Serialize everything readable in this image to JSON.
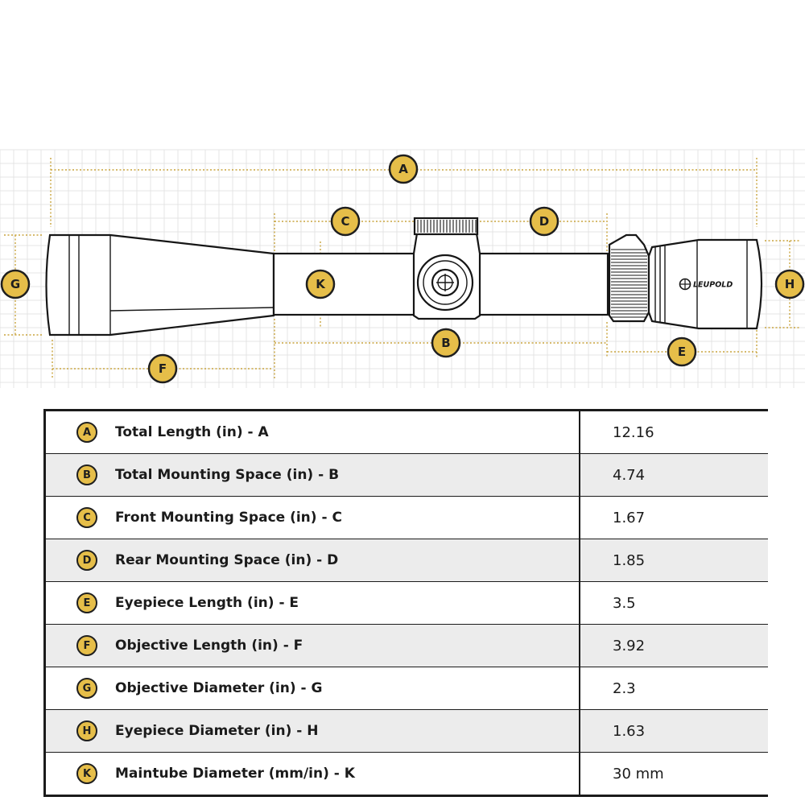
{
  "diagram": {
    "brand_text": "LEUPOLD",
    "callouts": {
      "A": "A",
      "B": "B",
      "C": "C",
      "D": "D",
      "E": "E",
      "F": "F",
      "G": "G",
      "H": "H",
      "K": "K"
    },
    "colors": {
      "badge_fill": "#e6be49",
      "dimension_line": "#c9a43d",
      "grid_line": "#e4e4e4",
      "outline": "#161616"
    }
  },
  "specs": {
    "rows": [
      {
        "badge": "A",
        "label": "Total Length (in) - A",
        "value": "12.16"
      },
      {
        "badge": "B",
        "label": "Total Mounting Space (in) - B",
        "value": "4.74"
      },
      {
        "badge": "C",
        "label": "Front Mounting Space (in) - C",
        "value": "1.67"
      },
      {
        "badge": "D",
        "label": "Rear Mounting Space (in) - D",
        "value": "1.85"
      },
      {
        "badge": "E",
        "label": "Eyepiece Length (in) - E",
        "value": "3.5"
      },
      {
        "badge": "F",
        "label": "Objective Length (in) - F",
        "value": "3.92"
      },
      {
        "badge": "G",
        "label": "Objective Diameter (in) - G",
        "value": "2.3"
      },
      {
        "badge": "H",
        "label": "Eyepiece Diameter (in) - H",
        "value": "1.63"
      },
      {
        "badge": "K",
        "label": "Maintube Diameter (mm/in) - K",
        "value": "30 mm"
      }
    ]
  }
}
